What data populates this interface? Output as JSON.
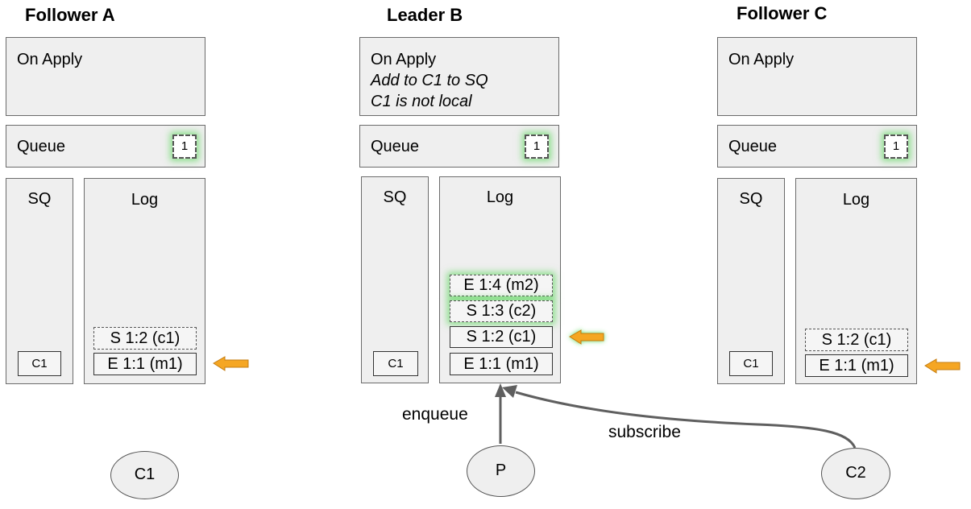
{
  "follower_a": {
    "title": "Follower A",
    "on_apply": "On Apply",
    "queue_label": "Queue",
    "queue_item": "1",
    "sq_label": "SQ",
    "sq_item": "C1",
    "log_label": "Log",
    "log_entries": [
      "S 1:2 (c1)",
      "E 1:1 (m1)"
    ]
  },
  "leader_b": {
    "title": "Leader B",
    "on_apply": "On Apply",
    "on_apply_line2": "Add to C1 to SQ",
    "on_apply_line3": "C1 is not local",
    "queue_label": "Queue",
    "queue_item": "1",
    "sq_label": "SQ",
    "sq_item": "C1",
    "log_label": "Log",
    "log_entries": [
      "E 1:4 (m2)",
      "S 1:3 (c2)",
      "S 1:2 (c1)",
      "E 1:1 (m1)"
    ]
  },
  "follower_c": {
    "title": "Follower C",
    "on_apply": "On Apply",
    "queue_label": "Queue",
    "queue_item": "1",
    "sq_label": "SQ",
    "sq_item": "C1",
    "log_label": "Log",
    "log_entries": [
      "S 1:2 (c1)",
      "E 1:1 (m1)"
    ]
  },
  "clients": {
    "c1": "C1",
    "p": "P",
    "c2": "C2"
  },
  "edges": {
    "enqueue": "enqueue",
    "subscribe": "subscribe"
  },
  "colors": {
    "box_fill": "#efefef",
    "glow": "#3cd23c",
    "arrow_orange": "#f5a623"
  }
}
